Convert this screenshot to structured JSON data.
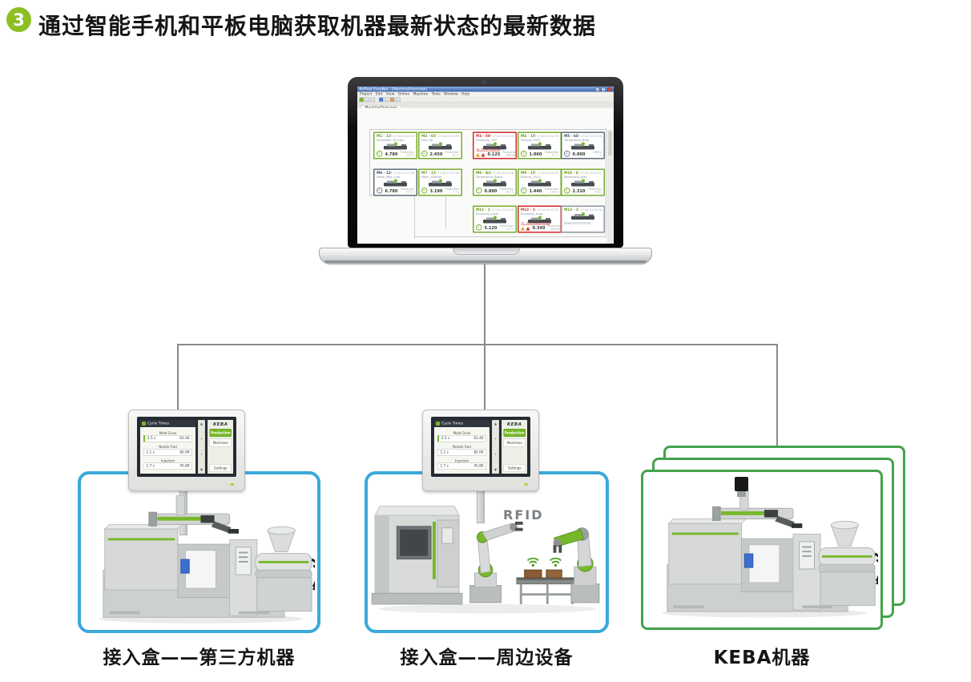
{
  "header": {
    "badge": "3",
    "title": "通过智能手机和平板电脑获取机器最新状态的最新数据"
  },
  "laptop": {
    "window_title": "KePlast EasyNet - [MachineOverview]",
    "menu": "Project   Edit   View   Online   Machine   Tools   Window   Help",
    "tab": "MachineOverview",
    "tiles": [
      {
        "col": 0,
        "row": 0,
        "status": "ok",
        "name": "M1 - 1200kn",
        "machine": "Schneider 44 (rot)",
        "time": "17.04.14 12:31",
        "value": "4.780",
        "info": "Production",
        "cycle": "12.4 s"
      },
      {
        "col": 1,
        "row": 0,
        "status": "ok",
        "name": "M2 - 650kn",
        "machine": "Fast_flo",
        "time": "17.04.14 12:32",
        "value": "2.450",
        "info": "Production",
        "cycle": "8.2 s"
      },
      {
        "col": 2,
        "row": 0,
        "status": "alarm",
        "name": "M3 - 500kn",
        "machine": "Economy_1k2",
        "time": "17.04.14 12:29",
        "value": "0.125",
        "info": "Production",
        "cycle": "stopped",
        "alarm": "AL 2004 Heating"
      },
      {
        "col": 3,
        "row": 0,
        "status": "ok",
        "name": "M4 - 1507 - 650kn",
        "machine": "Platura_5312",
        "time": "17.04.14 12:33",
        "value": "1.060",
        "info": "Production",
        "cycle": "9.1 s"
      },
      {
        "col": 4,
        "row": 0,
        "status": "off",
        "name": "M5 - 650kn",
        "machine": "Turnaround_Blue",
        "time": "17.04.14 12:05",
        "value": "0.000",
        "info": "Offline",
        "cycle": "— s"
      },
      {
        "col": 0,
        "row": 1,
        "status": "off",
        "name": "M6 - 12000-1500kn",
        "machine": "Deep_Wes_Line",
        "time": "17.04.14 11:58",
        "value": "6.780",
        "info": "Production",
        "cycle": "22.0 s"
      },
      {
        "col": 1,
        "row": 1,
        "status": "ok",
        "name": "M7 - 12000-650kn",
        "machine": "Fastr_160mm",
        "time": "17.04.14 12:30",
        "value": "3.190",
        "info": "Production",
        "cycle": "7.7 s"
      },
      {
        "col": 2,
        "row": 1,
        "status": "ok",
        "name": "M8 - Arburg",
        "machine": "Turnaround_Black",
        "time": "17.04.14 12:28",
        "value": "0.890",
        "info": "Production",
        "cycle": "14.2 s"
      },
      {
        "col": 3,
        "row": 1,
        "status": "ok",
        "name": "M9 - 1507-750kn",
        "machine": "Platura_1512",
        "time": "17.04.14 12:31",
        "value": "1.440",
        "info": "Production",
        "cycle": "10.6 s"
      },
      {
        "col": 4,
        "row": 1,
        "status": "ok",
        "name": "M10 - 650kn",
        "machine": "Boulevard_plas",
        "time": "17.04.14 12:27",
        "value": "2.310",
        "info": "Production",
        "cycle": "9.8 s"
      },
      {
        "col": 2,
        "row": 2,
        "status": "ok",
        "name": "M11 - 12000-650kn",
        "machine": "Economy_Lane",
        "time": "17.04.14 12:25",
        "value": "5.120",
        "info": "Production",
        "cycle": "11.3 s"
      },
      {
        "col": 3,
        "row": 2,
        "status": "alarm",
        "name": "M12 - 15000-1500kn",
        "machine": "Economy_blue",
        "time": "17.04.14 12:22",
        "value": "0.340",
        "info": "Production",
        "cycle": "stopped",
        "alarm": "AL 1012 Motor temp"
      },
      {
        "col": 4,
        "row": 2,
        "status": "plain",
        "name": "M13 - 375 - 1200kn",
        "machine": "Spannvorrichtung",
        "time": "17.04.14 12:20",
        "value": "",
        "info": "",
        "cycle": ""
      }
    ]
  },
  "hmi": {
    "brand": "KEBA",
    "screen_title": "Cycle Times",
    "fields": [
      {
        "label": "Mold Close",
        "a": "2.5 s",
        "b": "63.40"
      },
      {
        "label": "Nozzle Fwd",
        "a": "1.1 s",
        "b": "82.00"
      },
      {
        "label": "Injection",
        "a": "1.7 s",
        "b": "45.80"
      }
    ],
    "scroll_up": "▲",
    "scroll_down": "▼",
    "menu_green": "Production",
    "menu_mid": "Machines",
    "menu_bottom": "Settings"
  },
  "groups": {
    "left": {
      "label": "接入盒——第三方机器"
    },
    "middle": {
      "label": "接入盒——周边设备",
      "rfid": "RFID"
    },
    "right": {
      "label": "KEBA机器"
    }
  },
  "colors": {
    "accent_green": "#76b82a",
    "badge_green": "#8dbf23",
    "box_blue": "#3aa9db",
    "card_green": "#44a34b",
    "alarm_red": "#cf2b28",
    "line_gray": "#8a8a8a"
  }
}
